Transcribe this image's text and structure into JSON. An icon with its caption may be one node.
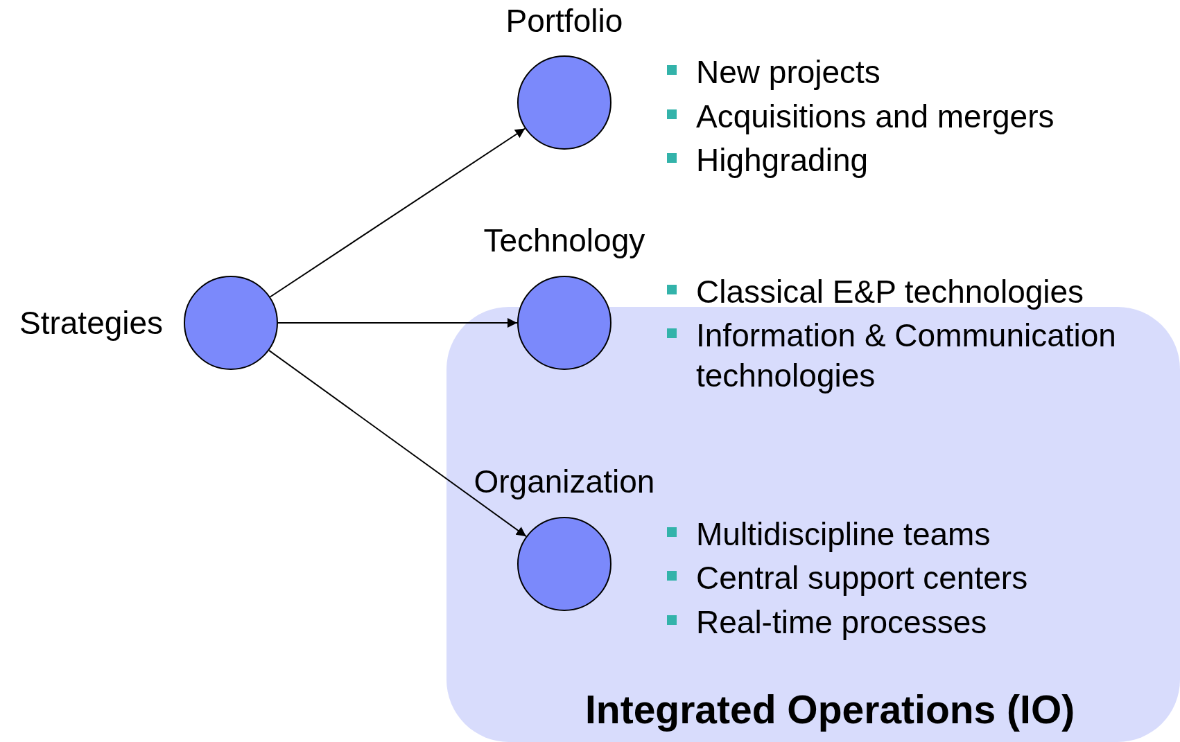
{
  "diagram": {
    "nodes": [
      {
        "text": [
          "Strategies"
        ]
      },
      {
        "text": [
          "Portfolio"
        ],
        "beside": [
          "New projects",
          "Acquisitions and mergers",
          "Highgrading"
        ]
      },
      {
        "text": [
          "Technology"
        ],
        "beside": [
          "Classical E&P technologies",
          "Information & Communication technologies"
        ]
      },
      {
        "text": [
          "Integrated Operations (IO)"
        ]
      },
      {
        "text": [
          "Organization"
        ],
        "in": 3,
        "beside": [
          "Multidiscipline teams",
          "Central support centers",
          "Real-time processes"
        ]
      }
    ],
    "edges": [
      {
        "from": 0,
        "to": 1,
        "arrow": "to"
      },
      {
        "from": 0,
        "to": 2,
        "arrow": "to"
      },
      {
        "from": 0,
        "to": 4,
        "arrow": "to"
      }
    ]
  }
}
